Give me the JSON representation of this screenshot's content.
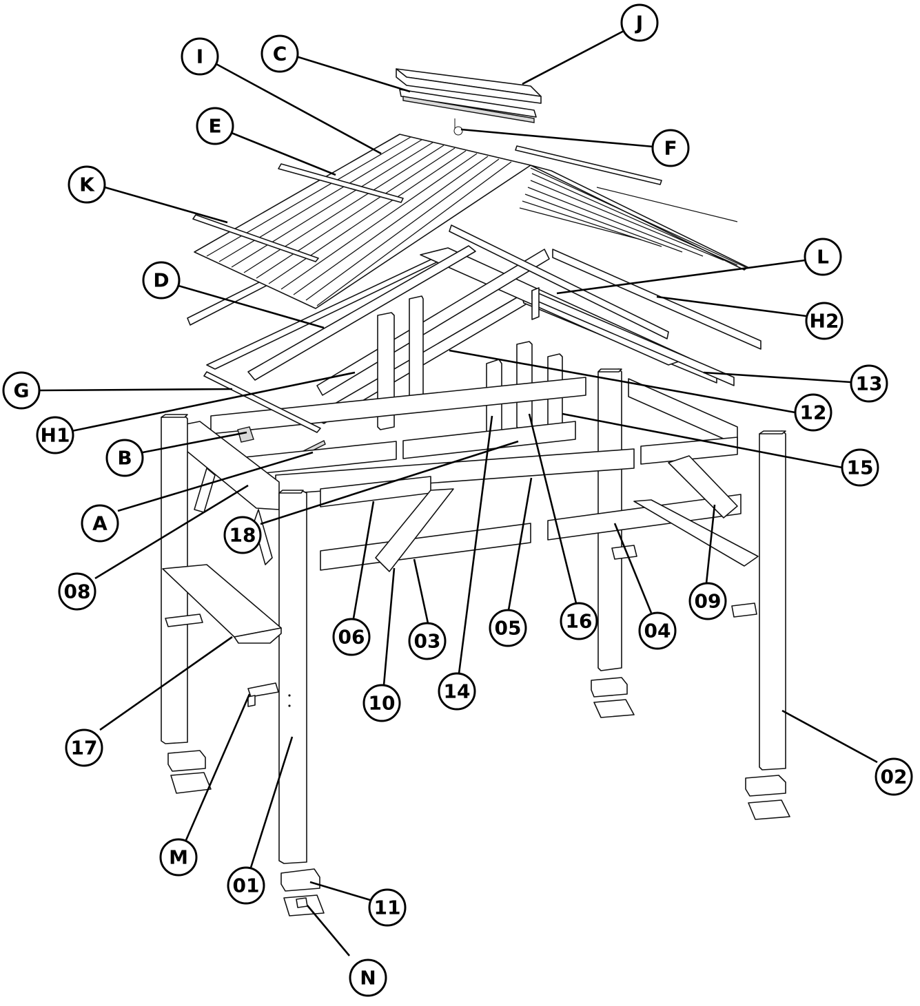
{
  "callouts": [
    {
      "id": "J",
      "label": "J"
    },
    {
      "id": "C",
      "label": "C"
    },
    {
      "id": "I",
      "label": "I"
    },
    {
      "id": "F",
      "label": "F"
    },
    {
      "id": "E",
      "label": "E"
    },
    {
      "id": "K",
      "label": "K"
    },
    {
      "id": "L",
      "label": "L"
    },
    {
      "id": "D",
      "label": "D"
    },
    {
      "id": "H2",
      "label": "H2"
    },
    {
      "id": "13",
      "label": "13"
    },
    {
      "id": "G",
      "label": "G"
    },
    {
      "id": "12",
      "label": "12"
    },
    {
      "id": "H1",
      "label": "H1"
    },
    {
      "id": "15",
      "label": "15"
    },
    {
      "id": "B",
      "label": "B"
    },
    {
      "id": "A",
      "label": "A"
    },
    {
      "id": "18",
      "label": "18"
    },
    {
      "id": "08",
      "label": "08"
    },
    {
      "id": "09",
      "label": "09"
    },
    {
      "id": "06",
      "label": "06"
    },
    {
      "id": "03",
      "label": "03"
    },
    {
      "id": "05",
      "label": "05"
    },
    {
      "id": "16",
      "label": "16"
    },
    {
      "id": "04",
      "label": "04"
    },
    {
      "id": "10",
      "label": "10"
    },
    {
      "id": "14",
      "label": "14"
    },
    {
      "id": "17",
      "label": "17"
    },
    {
      "id": "02",
      "label": "02"
    },
    {
      "id": "M",
      "label": "M"
    },
    {
      "id": "01",
      "label": "01"
    },
    {
      "id": "11",
      "label": "11"
    },
    {
      "id": "N",
      "label": "N"
    }
  ]
}
